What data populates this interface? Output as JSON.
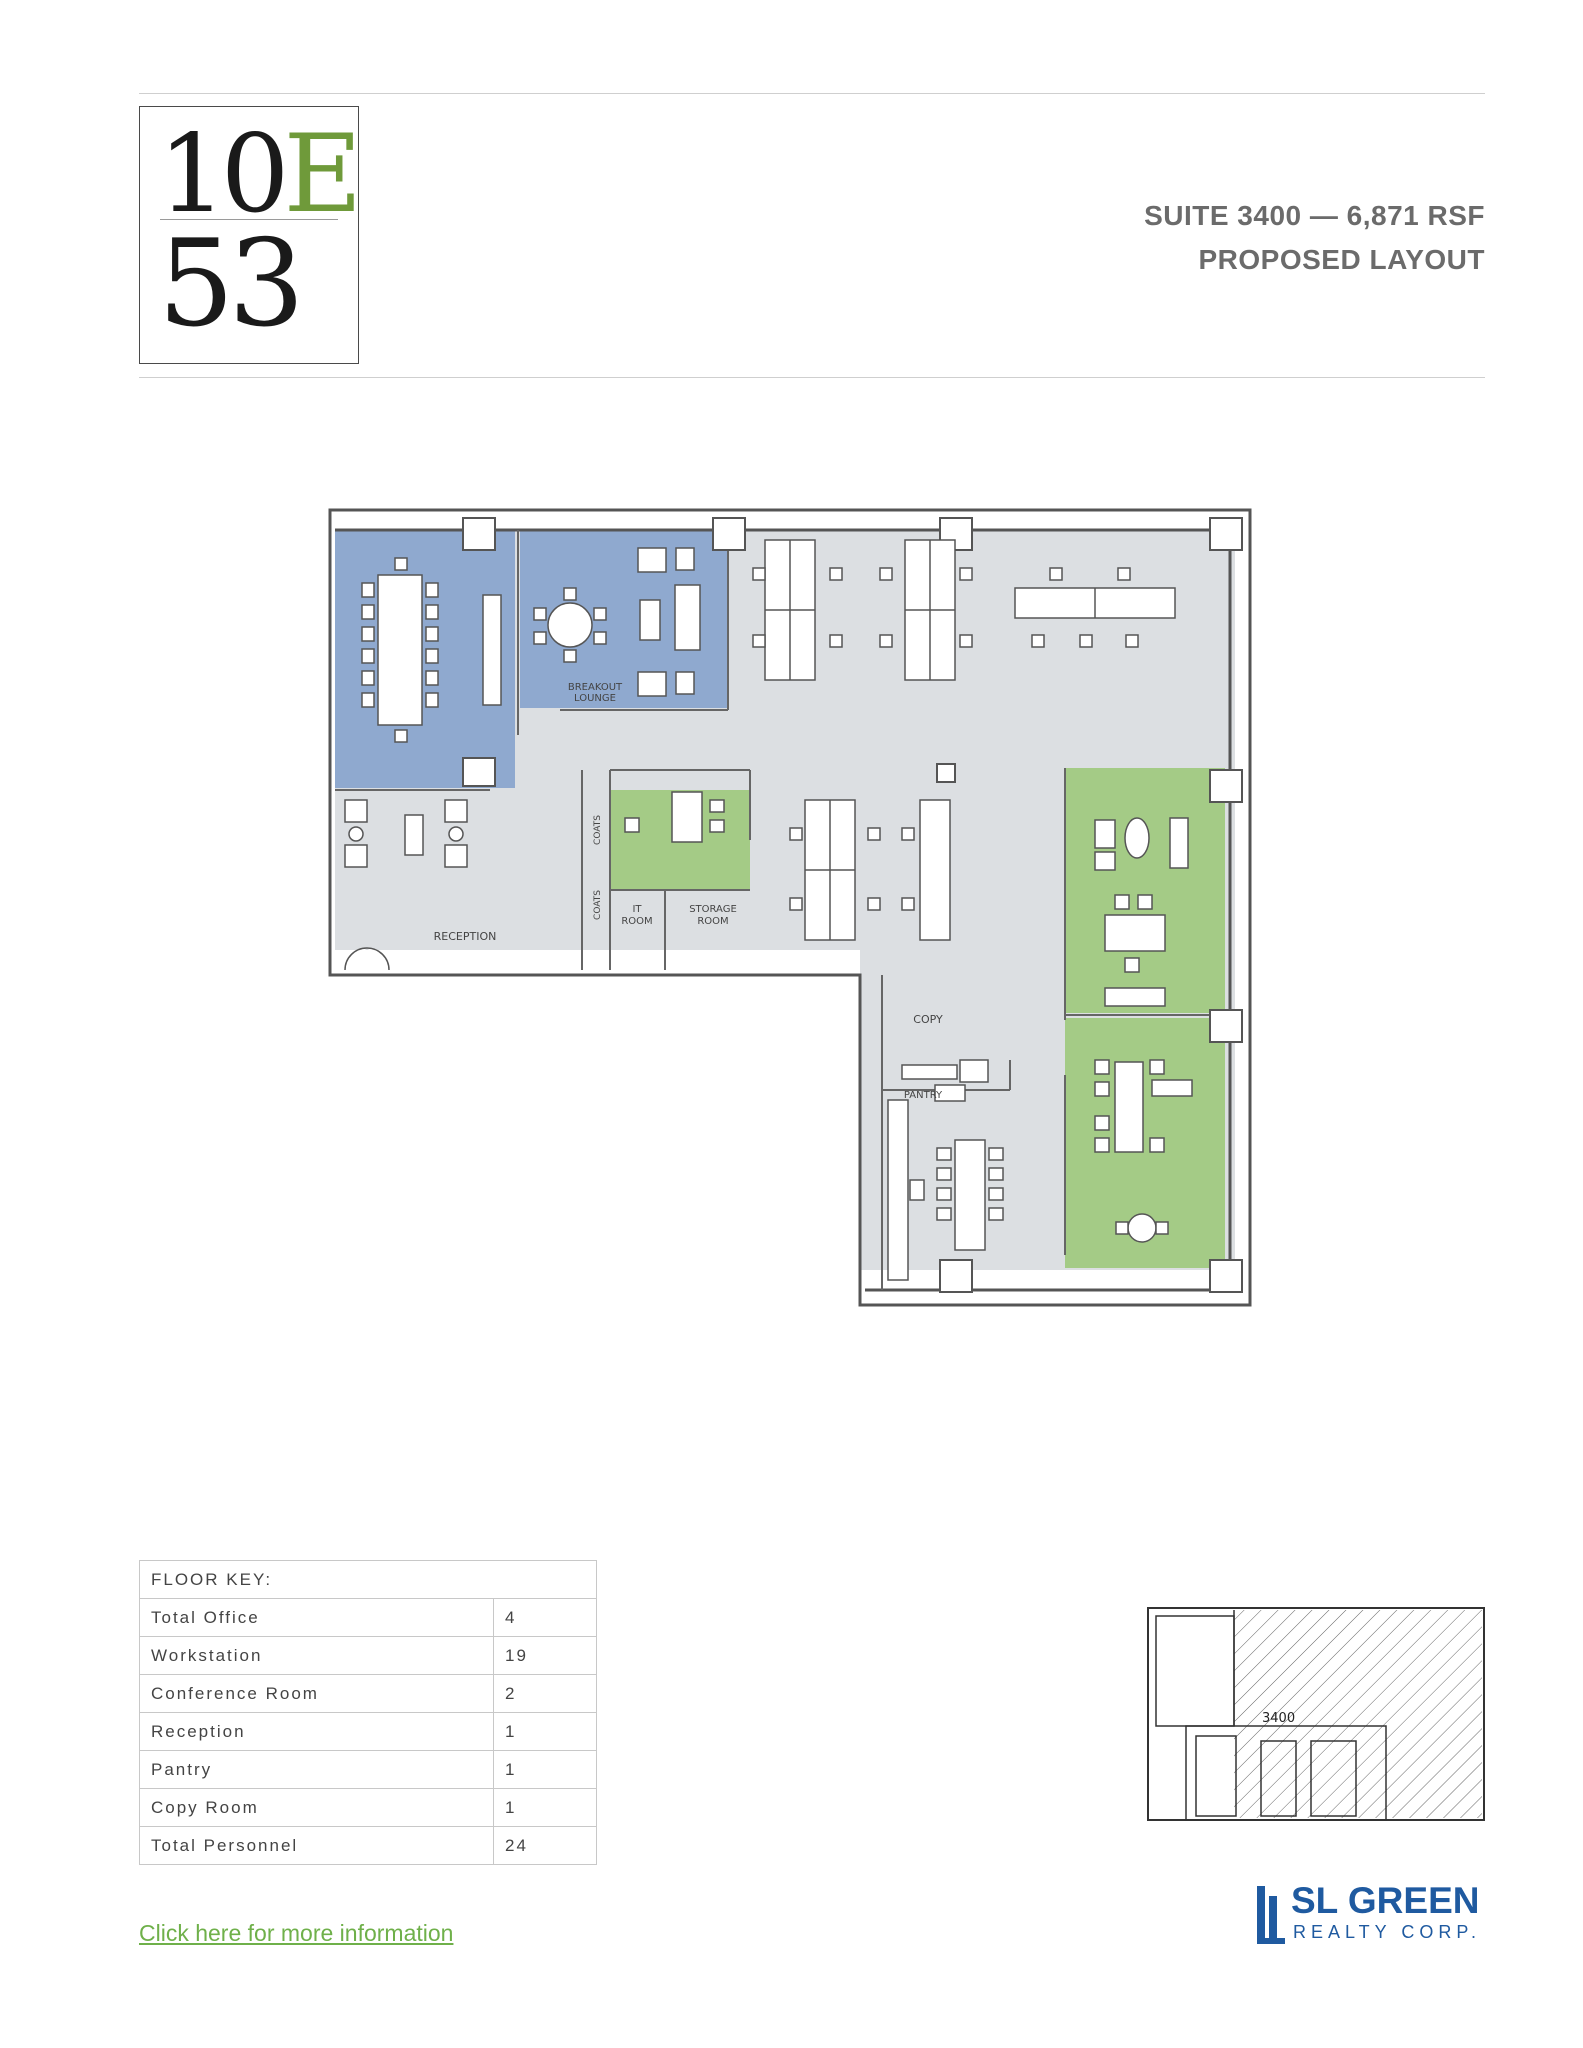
{
  "logo": {
    "top_digits": "10",
    "top_letter": "E",
    "bottom": "53"
  },
  "header": {
    "title": "SUITE 3400 — 6,871 RSF",
    "subtitle": "PROPOSED LAYOUT"
  },
  "plan_labels": {
    "breakout_1": "BREAKOUT",
    "breakout_2": "LOUNGE",
    "coats_a": "COATS",
    "coats_b": "COATS",
    "it_1": "IT",
    "it_2": "ROOM",
    "storage_1": "STORAGE",
    "storage_2": "ROOM",
    "reception": "RECEPTION",
    "copy": "COPY",
    "pantry": "PANTRY"
  },
  "floor_key": {
    "heading": "FLOOR KEY:",
    "rows": [
      {
        "label": "Total Office",
        "value": "4"
      },
      {
        "label": "Workstation",
        "value": "19"
      },
      {
        "label": "Conference Room",
        "value": "2"
      },
      {
        "label": "Reception",
        "value": "1"
      },
      {
        "label": "Pantry",
        "value": "1"
      },
      {
        "label": "Copy Room",
        "value": "1"
      },
      {
        "label": "Total Personnel",
        "value": "24"
      }
    ]
  },
  "key_plan": {
    "suite_label": "3400"
  },
  "link_text": "Click here for more information",
  "brand": {
    "name": "SL GREEN",
    "sub": "REALTY CORP."
  },
  "colors": {
    "conference_blue": "#8fa9cf",
    "office_green": "#a4cb86",
    "floor_gray": "#dcdfe2",
    "logo_green": "#6f9a3a",
    "brand_blue": "#1f5aa0",
    "link_green": "#6fb04a"
  }
}
